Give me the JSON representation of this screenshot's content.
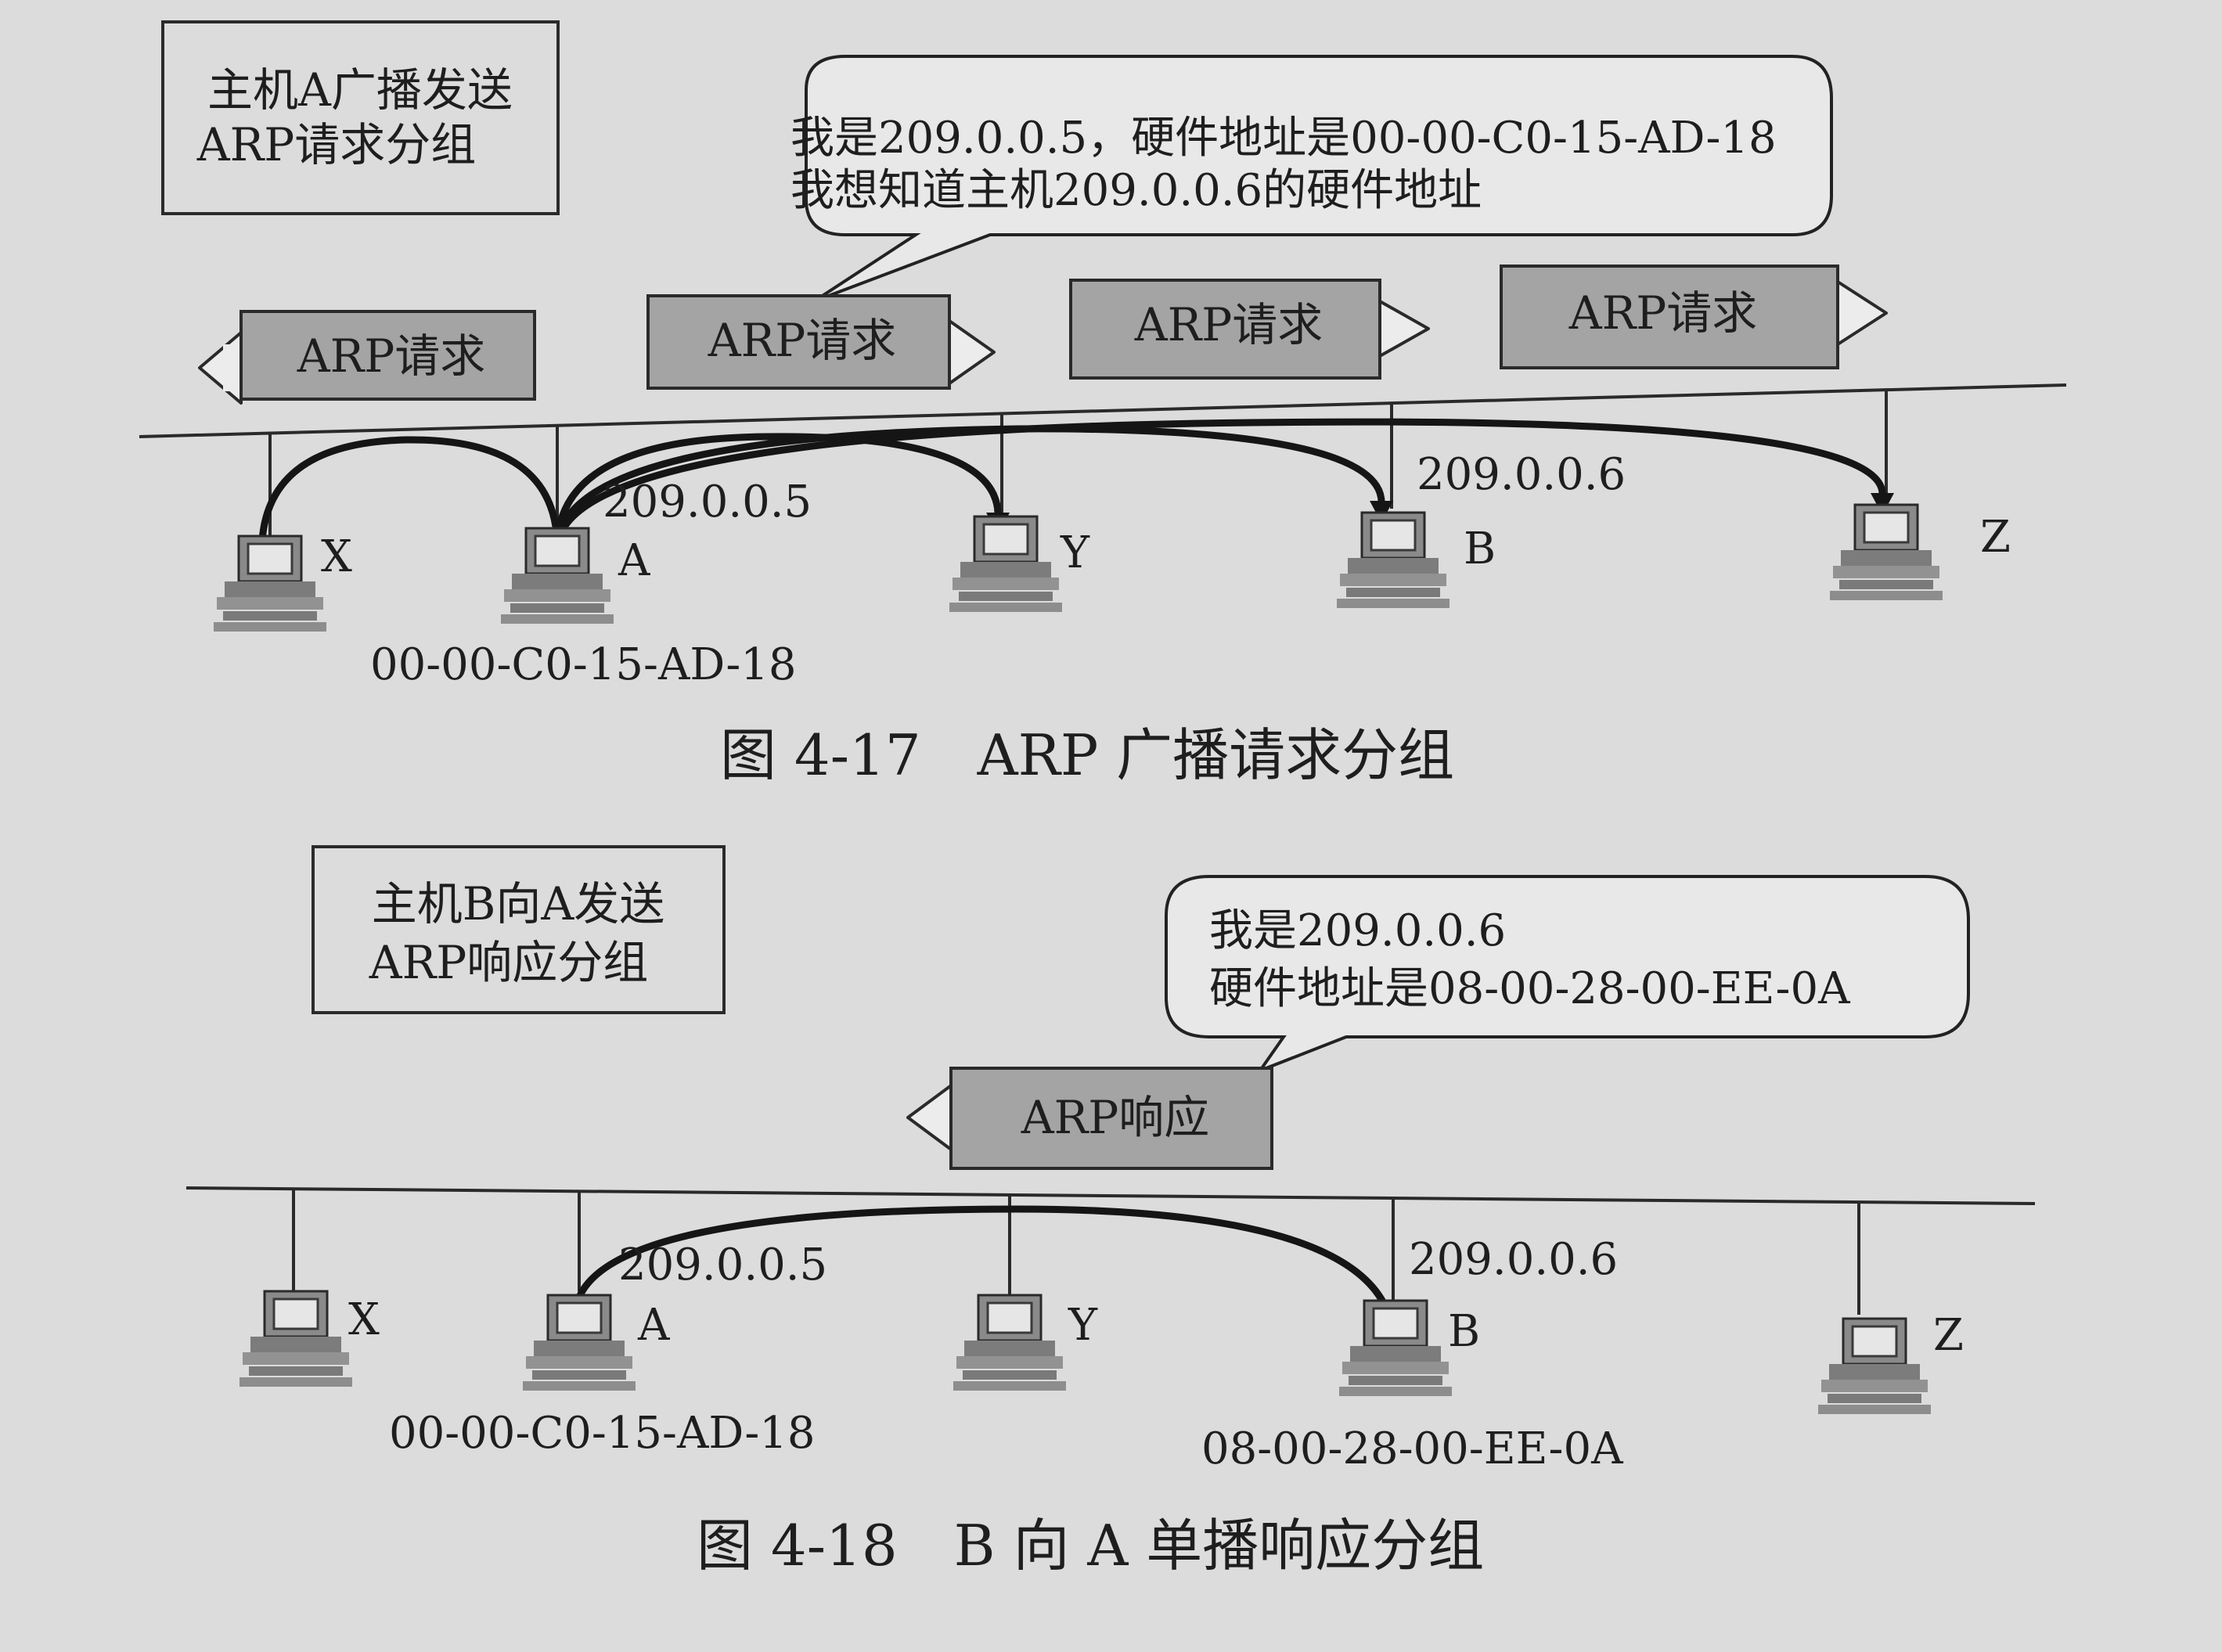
{
  "figure_4_17": {
    "note_line1": "主机A广播发送",
    "note_line2": "ARP请求分组",
    "bubble_line1": "我是209.0.0.5，硬件地址是00-00-C0-15-AD-18",
    "bubble_line2": "我想知道主机209.0.0.6的硬件地址",
    "packets": [
      "ARP请求",
      "ARP请求",
      "ARP请求",
      "ARP请求"
    ],
    "hosts": [
      "X",
      "A",
      "Y",
      "B",
      "Z"
    ],
    "ip_a": "209.0.0.5",
    "ip_b": "209.0.0.6",
    "mac_a": "00-00-C0-15-AD-18",
    "caption": "图 4-17　ARP 广播请求分组"
  },
  "figure_4_18": {
    "note_line1": "主机B向A发送",
    "note_line2": "ARP响应分组",
    "bubble_line1": "我是209.0.0.6",
    "bubble_line2": "硬件地址是08-00-28-00-EE-0A",
    "packet": "ARP响应",
    "hosts": [
      "X",
      "A",
      "Y",
      "B",
      "Z"
    ],
    "ip_a": "209.0.0.5",
    "ip_b": "209.0.0.6",
    "mac_a": "00-00-C0-15-AD-18",
    "mac_b": "08-00-28-00-EE-0A",
    "caption": "图 4-18　B 向 A 单播响应分组"
  },
  "colors": {
    "background": "#dcdcdc",
    "packet_fill": "#a4a4a4",
    "computer_gray": "#8a8a8a",
    "ink": "#1e1e1e"
  },
  "icons": [
    "computer-icon",
    "left-arrow-icon",
    "right-arrow-icon"
  ]
}
